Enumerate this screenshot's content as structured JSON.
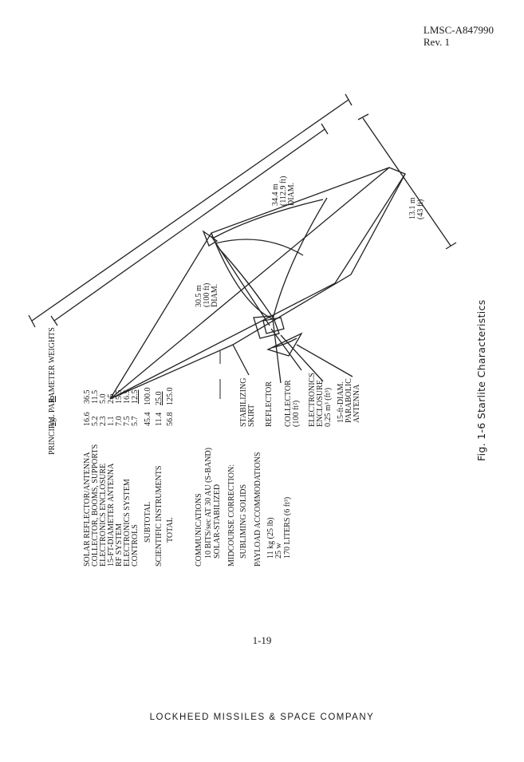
{
  "header": {
    "doc_number": "LMSC-A847990",
    "revision": "Rev. 1"
  },
  "weights": {
    "title": "PRINCIPAL PARAMETER WEIGHTS",
    "col_kg": "kg",
    "col_lb": "lb",
    "items": [
      {
        "label": "SOLAR REFLECTOR/ANTENNA",
        "kg": "16.6",
        "lb": "36.5"
      },
      {
        "label": "COLLECTOR, BOOMS, SUPPORTS",
        "kg": "5.2",
        "lb": "11.5"
      },
      {
        "label": "ELECTRONICS ENCLOSURE",
        "kg": "2.3",
        "lb": "5.0"
      },
      {
        "label": "15-FT-DIAMETER ANTENNA",
        "kg": "1.1",
        "lb": "2.5"
      },
      {
        "label": "RF SYSTEM",
        "kg": "7.0",
        "lb": "15.5"
      },
      {
        "label": "ELECTRONICS SYSTEM",
        "kg": "7.5",
        "lb": "16.5"
      },
      {
        "label": "CONTROLS",
        "kg": "5.7",
        "lb": "12.5"
      }
    ],
    "subtotal": {
      "label": "SUBTOTAL",
      "kg": "45.4",
      "lb": "100.0"
    },
    "instruments": {
      "label": "SCIENTIFIC INSTRUMENTS",
      "kg": "11.4",
      "lb": "25.0"
    },
    "total": {
      "label": "TOTAL",
      "kg": "56.8",
      "lb": "125.0"
    }
  },
  "communications": {
    "title": "COMMUNICATIONS",
    "line1": "10 BITS/sec AT 30 AU (S-BAND)",
    "line2": "SOLAR-STABILIZED"
  },
  "midcourse": {
    "title": "MIDCOURSE CORRECTION:",
    "line1": "SUBLIMING SOLIDS"
  },
  "payload": {
    "title": "PAYLOAD ACCOMMODATIONS",
    "line1": "11 kg (25 lb)",
    "line2": "25 w",
    "line3": "170 LITERS (6 ft³)"
  },
  "diagram": {
    "skirt": [
      "STABILIZING",
      "SKIRT"
    ],
    "reflector": "REFLECTOR",
    "collector": [
      "COLLECTOR",
      "(100 ft²)"
    ],
    "enclosure": [
      "ELECTRONICS",
      "ENCLOSURE",
      "0.25 m³ (ft³)"
    ],
    "antenna": [
      "15-ft-DIAM.",
      "PARABOLIC",
      "ANTENNA"
    ],
    "dim_inner": [
      "30.5 m",
      "(100 ft)",
      "DIAM."
    ],
    "dim_outer": [
      "34.4 m",
      "(112.9 ft)",
      "DIAM."
    ],
    "dim_height": [
      "13.1 m",
      "(43 ft)"
    ]
  },
  "figure_caption": "Fig. 1-6  Starlite Characteristics",
  "page_number": "1-19",
  "footer": "LOCKHEED MISSILES & SPACE COMPANY"
}
